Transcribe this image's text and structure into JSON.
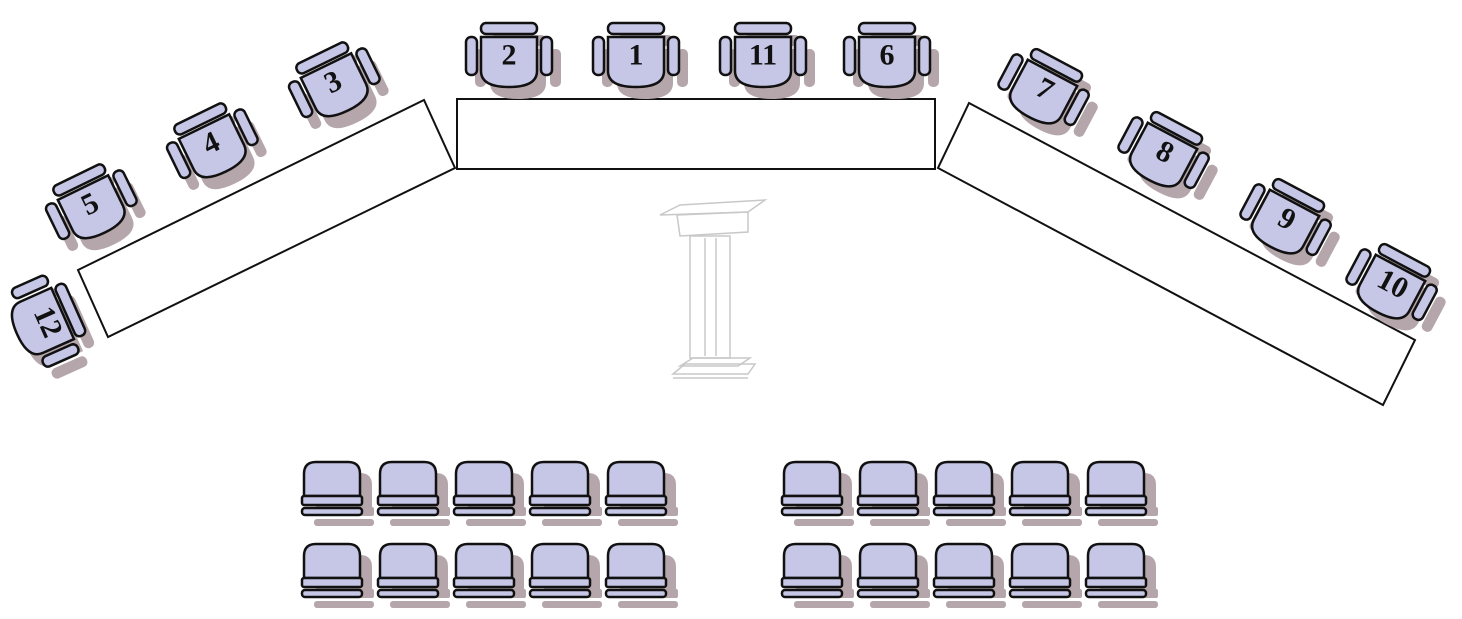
{
  "colors": {
    "chair_fill": "#c6c6e6",
    "chair_stroke": "#111111",
    "shadow": "#b4a6aa",
    "table_stroke": "#111111",
    "podium_stroke": "#c8c8c8"
  },
  "icons": {
    "panel_chair": "office-chair-icon",
    "audience_chair": "audience-chair-icon",
    "podium": "podium-icon"
  },
  "panel_seats": [
    "2",
    "1",
    "11",
    "6",
    "3",
    "4",
    "5",
    "12",
    "7",
    "8",
    "9",
    "10"
  ],
  "audience": {
    "left_block": {
      "rows": 2,
      "chairs_per_row": 5
    },
    "right_block": {
      "rows": 2,
      "chairs_per_row": 5
    }
  }
}
